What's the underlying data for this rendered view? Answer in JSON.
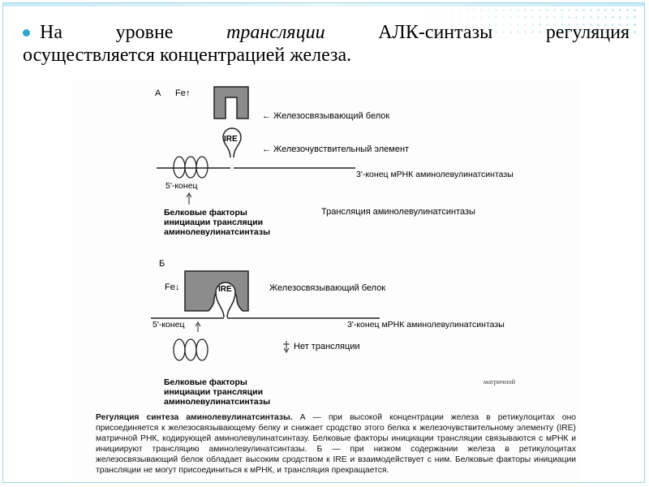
{
  "slide": {
    "bullet_words": [
      "На",
      "уровне",
      "трансляции",
      "АЛК-синтазы",
      "регуляция"
    ],
    "bullet_line2": "осуществляется концентрацией железа."
  },
  "diagram": {
    "panel_a": {
      "label": "А",
      "fe": "Fe↑",
      "protein": "← Железосвязывающий белок",
      "sensor": "← Железочувствительный элемент",
      "ire": "IRE",
      "mrna_3end": "3'-конец  мРНК  аминолевулинатсинтазы",
      "end5": "5'-конец",
      "factors": [
        "Белковые факторы",
        "инициации трансляции",
        "аминолевулинатсинтазы"
      ],
      "translation": "Трансляция аминолевулинатсинтазы"
    },
    "panel_b": {
      "label": "Б",
      "fe": "Fe↓",
      "ire": "IRE",
      "protein": "Железосвязывающий белок",
      "end5": "5'-конец",
      "mrna_3end": "3'-конец  мРНК  аминолевулинатсинтазы",
      "no_translation": "Нет трансляции",
      "factors": [
        "Белковые факторы",
        "инициации трансляции",
        "аминолевулинатсинтазы"
      ],
      "handwritten": "матричной"
    },
    "caption": {
      "title": "Регуляция синтеза аминолевулинатсинтазы.",
      "body": " А — при высокой концентрации железа в ретикулоцитах оно присоединяется к железосвязывающему белку и снижает сродство этого белка к железочувствительному элементу (IRE) матричной РНК, кодирующей аминолевулинатсинтазу. Белковые факторы инициации трансляции связываются с мРНК и инициируют трансляцию аминолевулинатсинтазы. Б — при низком содержании железа в ретикулоцитах железосвязывающий белок обладает высоким сродством к IRE и взаимодействует с ним. Белковые факторы инициации трансляции не могут присоединиться к мРНК, и трансляция прекращается."
    }
  },
  "colors": {
    "bullet": "#2fa6c7",
    "frame": "#9fd6e6",
    "protein_fill": "#8c8c8c"
  }
}
